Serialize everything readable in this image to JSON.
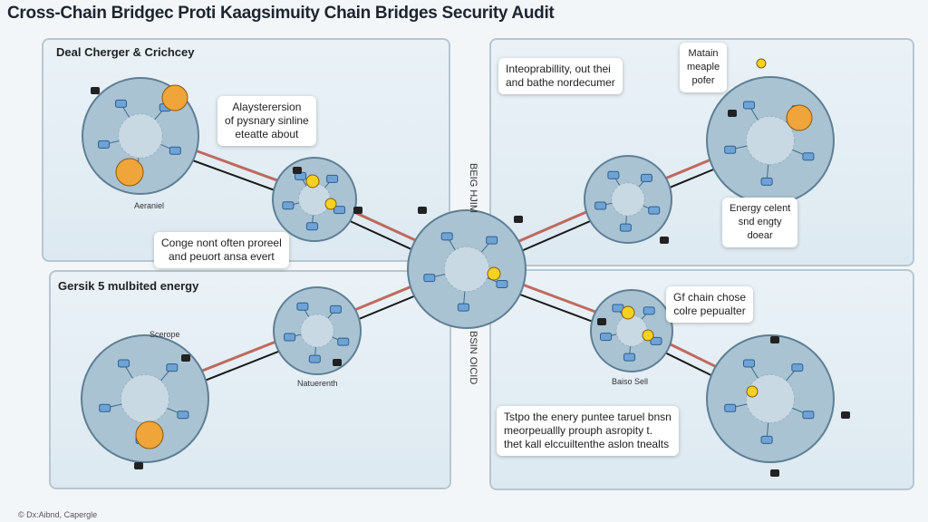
{
  "title": "Cross-Chain Bridgec Proti Kaagsimuity Chain Bridges Security Audit",
  "panels": {
    "top_left": "Deal Cherger & Crichcey",
    "bottom_left": "Gersik 5 mulbited energy"
  },
  "callouts": {
    "top_left": "Alaysterersion\nof pysnary sinline\neteatte about",
    "middle_left": "Conge nont often proreel\nand peuort ansa evert",
    "top_right": "Inteoprabillity, out thei\nand bathe nordecumer",
    "top_right_small": "Matain\nmeaple\npofer",
    "right_mid": "Energy celent\nsnd engty\ndoear",
    "bottom_right": "Gf chain chose\ncolre pepualter",
    "bottom_center": "Tstpo the enery puntee taruel bnsn\nmeorpeuallly prouph asropity t.\nthet kall elccuiltenthe aslon tnealts"
  },
  "node_labels": {
    "top_left_big": "Aeraniel",
    "bottom_left_big": "Scerope",
    "bottom_left_small": "Natuerenth",
    "bottom_right_small": "Baiso Sell"
  },
  "vertical_labels": {
    "upper": "BEIG HJIM",
    "lower": "BSIN OICID"
  },
  "footer": "© Dx:Aibnd, Capergle",
  "colors": {
    "node": "#a9c3d3",
    "red_link": "#b5493a",
    "black_link": "#1a1a1a",
    "emoji": "#f0a53a"
  }
}
